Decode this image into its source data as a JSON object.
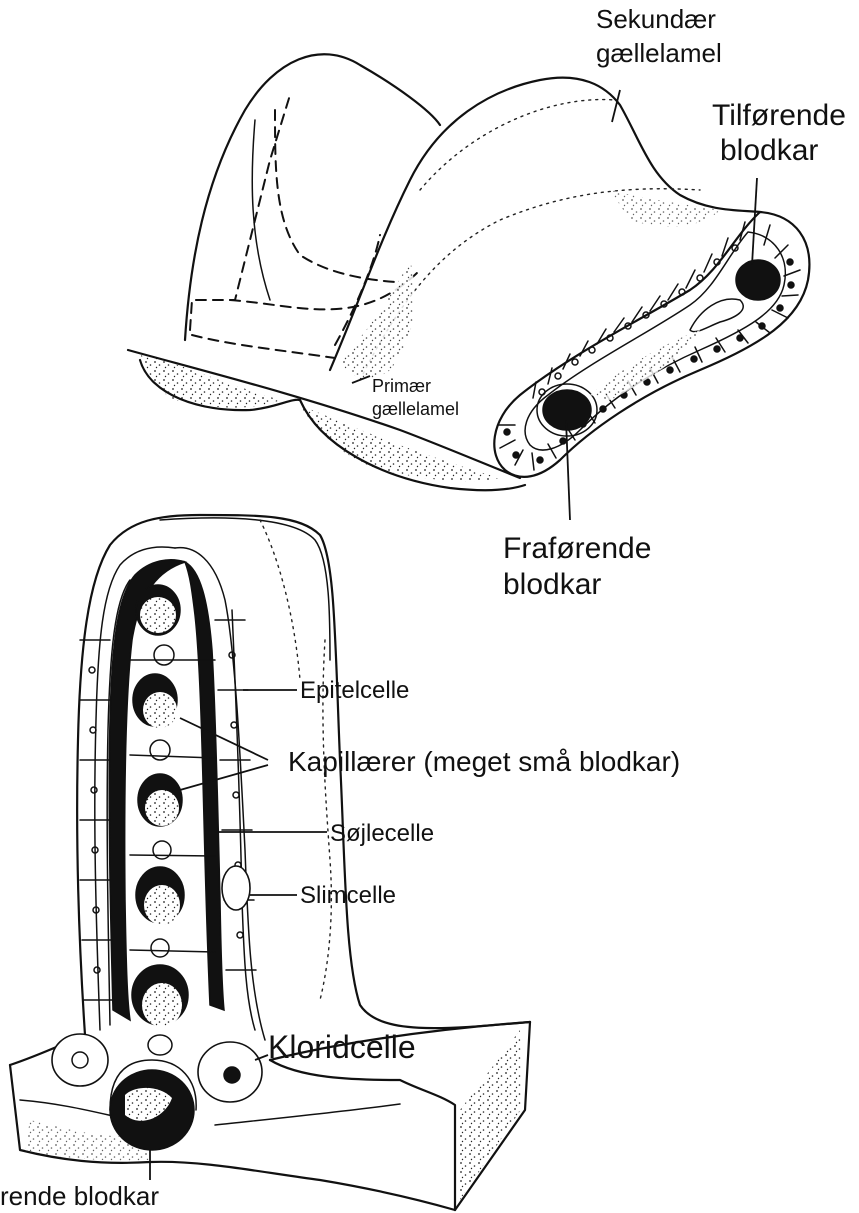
{
  "labels": {
    "sekundaer_1": "Sekundær",
    "sekundaer_2": "gællelamel",
    "tilforende_1": "Tilførende",
    "tilforende_2": "blodkar",
    "primaer_1": "Primær",
    "primaer_2": "gællelamel",
    "fraforende_1": "Fraførende",
    "fraforende_2": "blodkar",
    "epitelcelle": "Epitelcelle",
    "kapillaerer": "Kapillærer (meget små blodkar)",
    "sojlecelle": "Søjlecelle",
    "slimcelle": "Slimcelle",
    "kloridcelle": "Kloridcelle",
    "bottom_blodkar": "rende blodkar"
  },
  "colors": {
    "ink": "#111111",
    "background": "#ffffff"
  }
}
